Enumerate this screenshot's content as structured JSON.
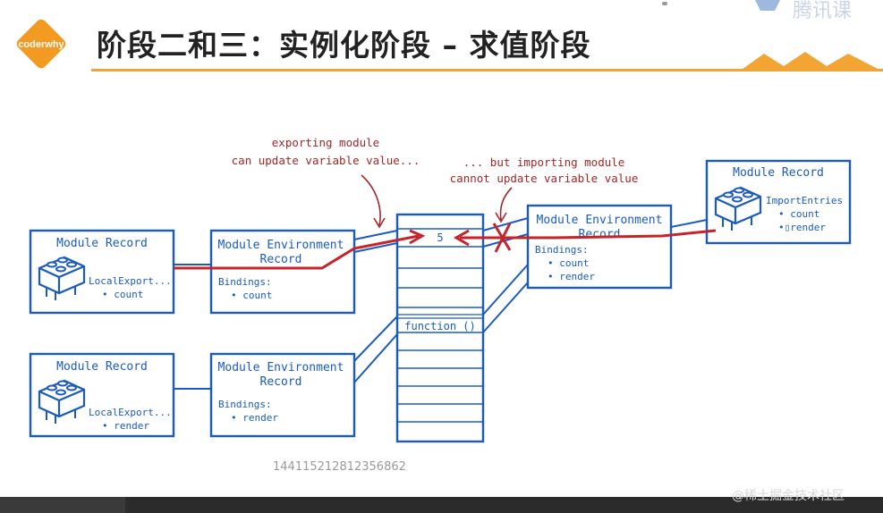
{
  "header": {
    "logo_text": "coderwhy",
    "title": "阶段二和三：实例化阶段 – 求值阶段",
    "top_right_text": "腾讯课"
  },
  "diagram": {
    "annotation_export": [
      "exporting module",
      "can update variable value..."
    ],
    "annotation_import": [
      "... but importing module",
      "cannot update variable value"
    ],
    "module_record_1": {
      "title": "Module Record",
      "entries": "LocalExport...",
      "binding": "• count"
    },
    "module_record_2": {
      "title": "Module Record",
      "entries": "LocalExport...",
      "binding": "• render"
    },
    "env_record_1": {
      "title": [
        "Module Environment",
        "Record"
      ],
      "bindings_label": "Bindings:",
      "binding": "• count"
    },
    "env_record_2": {
      "title": [
        "Module Environment",
        "Record"
      ],
      "bindings_label": "Bindings:",
      "binding": "• render"
    },
    "memory_values": {
      "count_value": "5",
      "function_label": "function ()"
    },
    "importing_record": {
      "title": "Module Record",
      "entries": "ImportEntries",
      "items": [
        "• count",
        "•▯render"
      ]
    },
    "importing_env": {
      "title": [
        "Module Environment",
        "Record"
      ],
      "bindings_label": "Bindings:",
      "items": [
        "• count",
        "• render"
      ]
    }
  },
  "footer": {
    "id_text": "144115212812356862",
    "watermark": "@稀土掘金技术社区"
  },
  "colors": {
    "blue": "#1a5bbd",
    "red": "#c4242b",
    "orange": "#f3a533",
    "annotation": "#a0282a"
  }
}
